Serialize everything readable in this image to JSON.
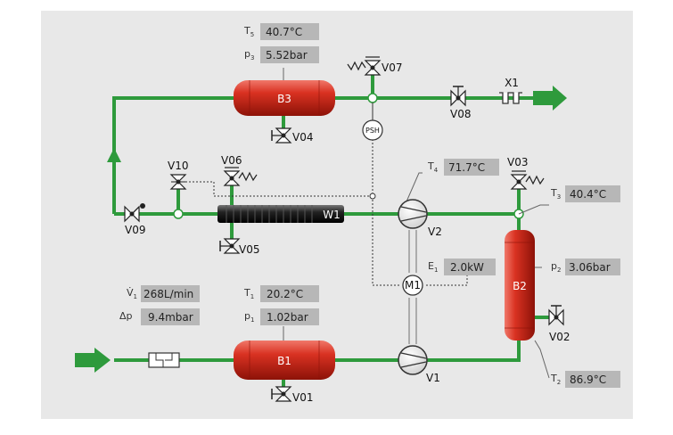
{
  "tanks": {
    "b1": "B1",
    "b2": "B2",
    "b3": "B3"
  },
  "exchanger": "W1",
  "pumps": {
    "v1": "V1",
    "v2": "V2"
  },
  "motor": "M1",
  "switch": "PSH",
  "outlet": "X1",
  "valves": {
    "v01": "V01",
    "v02": "V02",
    "v03": "V03",
    "v04": "V04",
    "v05": "V05",
    "v06": "V06",
    "v07": "V07",
    "v08": "V08",
    "v09": "V09",
    "v10": "V10"
  },
  "readouts": {
    "t5": {
      "main": "T",
      "sub": "5",
      "value": "40.7°C"
    },
    "p3": {
      "main": "p",
      "sub": "3",
      "value": "5.52bar"
    },
    "t4": {
      "main": "T",
      "sub": "4",
      "value": "71.7°C"
    },
    "t3": {
      "main": "T",
      "sub": "3",
      "value": "40.4°C"
    },
    "e1": {
      "main": "E",
      "sub": "1",
      "value": "2.0kW"
    },
    "p2": {
      "main": "p",
      "sub": "2",
      "value": "3.06bar"
    },
    "vdot1": {
      "main": "V̇",
      "sub": "1",
      "value": "268L/min"
    },
    "dp": {
      "main": "Δp",
      "sub": "",
      "value": "9.4mbar"
    },
    "t1": {
      "main": "T",
      "sub": "1",
      "value": "20.2°C"
    },
    "p1": {
      "main": "p",
      "sub": "1",
      "value": "1.02bar"
    },
    "t2": {
      "main": "T",
      "sub": "2",
      "value": "86.9°C"
    }
  },
  "colors": {
    "pipe": "#2e9a3c",
    "tank": "#d42a1c",
    "readout_box": "#b7b7b7",
    "panel": "#e8e8e8"
  }
}
